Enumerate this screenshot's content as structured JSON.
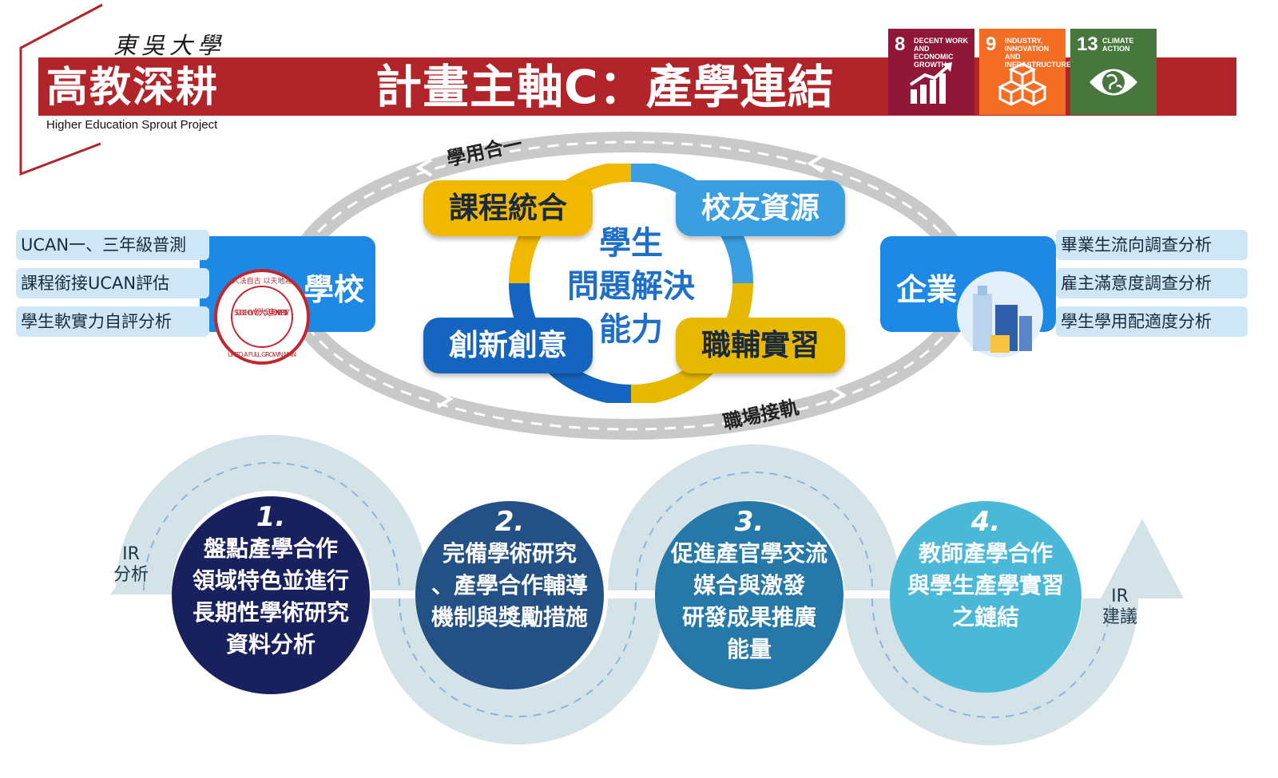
{
  "header": {
    "university": "東吳大學",
    "brand": "高教深耕",
    "brand_subtitle": "Higher Education Sprout Project",
    "title": "計畫主軸C：產學連結"
  },
  "sdgs": [
    {
      "number": "8",
      "line1": "DECENT WORK AND",
      "line2": "ECONOMIC GROWTH",
      "color": "#8f1838",
      "icon": "growth-chart-icon"
    },
    {
      "number": "9",
      "line1": "INDUSTRY, INNOVATION",
      "line2": "AND INFRASTRUCTURE",
      "color": "#f36d25",
      "icon": "cubes-icon"
    },
    {
      "number": "13",
      "line1": "CLIMATE",
      "line2": "ACTION",
      "color": "#48773e",
      "icon": "eye-globe-icon"
    }
  ],
  "school": {
    "label": "學校",
    "items": [
      "UCAN一、三年級普測",
      "課程銜接UCAN評估",
      "學生軟實力自評分析"
    ],
    "seal": {
      "top": "人法自古 以天地為",
      "middle": "SOOCHOW 學大吳東 UNIVERSITY",
      "bottom": "UNTO A FULL GROWN MAN"
    }
  },
  "enterprise": {
    "label": "企業",
    "items": [
      "畢業生流向調查分析",
      "雇主滿意度調查分析",
      "學生學用配適度分析"
    ]
  },
  "loop": {
    "top_label": "學用合一",
    "bottom_label": "職場接軌"
  },
  "center": {
    "line1": "學生",
    "line2": "問題解決",
    "line3": "能力",
    "quadrants": [
      "課程統合",
      "校友資源",
      "創新創意",
      "職輔實習"
    ]
  },
  "steps": [
    {
      "number": "1.",
      "lines": [
        "盤點產學合作",
        "領域特色並進行",
        "長期性學術研究",
        "資料分析"
      ]
    },
    {
      "number": "2.",
      "lines": [
        "完備學術研究",
        "、產學合作輔導",
        "機制與獎勵措施"
      ]
    },
    {
      "number": "3.",
      "lines": [
        "促進產官學交流",
        "媒合與激發",
        "研發成果推廣",
        "能量"
      ]
    },
    {
      "number": "4.",
      "lines": [
        "教師產學合作",
        "與學生產學實習",
        "之鏈結"
      ]
    }
  ],
  "ir_left": {
    "line1": "IR",
    "line2": "分析"
  },
  "ir_right": {
    "line1": "IR",
    "line2": "建議"
  },
  "colors": {
    "header_red": "#b1252a",
    "quad_yellow": "#f0b800",
    "quad_lightblue": "#3a9ee0",
    "quad_darkblue": "#1565c0",
    "step1": "#19205e",
    "step2": "#235186",
    "step3": "#2678a8",
    "step4": "#4cb8d8",
    "wave": "#d4e3e8"
  }
}
